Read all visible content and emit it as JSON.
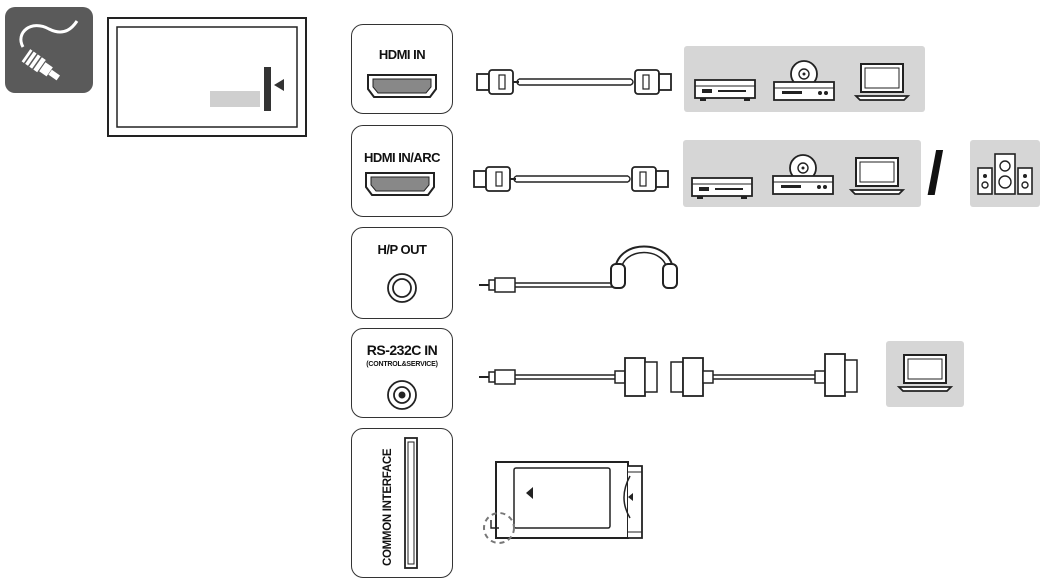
{
  "ports": {
    "hdmi_in": "HDMI IN",
    "hdmi_arc": "HDMI IN/ARC",
    "hp_out": "H/P OUT",
    "rs232c": "RS-232C IN",
    "rs232c_sub": "(CONTROL&SERVICE)",
    "common_interface": "COMMON INTERFACE"
  },
  "separator": "/",
  "icons": {
    "badge": "cable-plug-icon",
    "devices_row": [
      "set-top-box-icon",
      "dvd-player-icon",
      "laptop-icon"
    ],
    "audio": "speaker-system-icon",
    "headphones": "headphones-icon",
    "ci_module": "ci-card-module-icon"
  },
  "colors": {
    "badge_bg": "#5a5a5a",
    "panel_bg": "#d6d6d6",
    "line": "#222222"
  }
}
